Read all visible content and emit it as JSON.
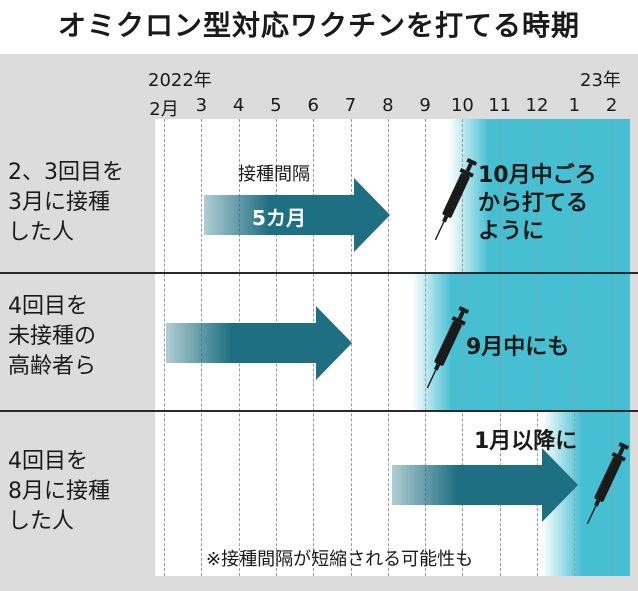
{
  "title": "オミクロン型対応ワクチンを打てる時期",
  "axis": {
    "year_start": "2022年",
    "year_end": "23年",
    "months": [
      "2月",
      "3",
      "4",
      "5",
      "6",
      "7",
      "8",
      "9",
      "10",
      "11",
      "12",
      "1",
      "2"
    ]
  },
  "rows": [
    {
      "label_lines": [
        "2、3回目を",
        "3月に接種",
        "した人"
      ],
      "interval_label": "接種間隔",
      "arrow_text": "5カ月",
      "start_month_index": 1,
      "end_month_index": 6,
      "available_from_month_index": 8.5,
      "note_lines": [
        "10月中ごろ",
        "から打てる",
        "ように"
      ]
    },
    {
      "label_lines": [
        "4回目を",
        "未接種の",
        "高齢者ら"
      ],
      "arrow_text": "",
      "start_month_index": 0,
      "end_month_index": 5,
      "available_from_month_index": 7.5,
      "note_lines": [
        "9月中にも"
      ]
    },
    {
      "label_lines": [
        "4回目を",
        "8月に接種",
        "した人"
      ],
      "arrow_text": "",
      "start_month_index": 6,
      "end_month_index": 11,
      "available_from_month_index": 11,
      "note_lines": [
        "1月以降に"
      ]
    }
  ],
  "footnote": "※接種間隔が短縮される可能性も",
  "colors": {
    "arrow": "#1f6f82",
    "available": "#46bfd2",
    "grid_bg": "#dcdcdc"
  },
  "icons": [
    "syringe-icon"
  ]
}
